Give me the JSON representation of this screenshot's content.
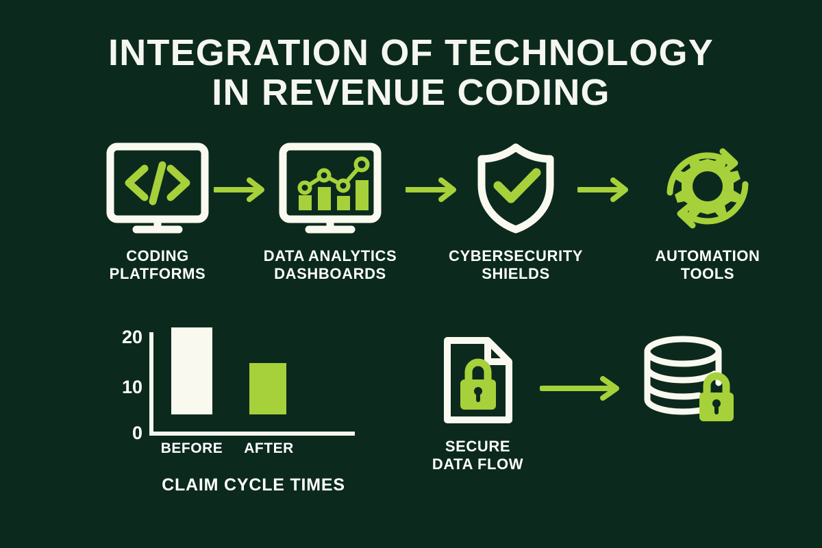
{
  "theme": {
    "background": "#0b2a1d",
    "accent_green": "#a6d13a",
    "cream": "#faf9f0",
    "white": "#ffffff"
  },
  "title": {
    "line1": "INTEGRATION OF TECHNOLOGY",
    "line2": "IN REVENUE CODING"
  },
  "pipeline": {
    "arrow_label": "→",
    "steps": [
      {
        "id": "coding-platforms",
        "icon": "monitor-code-icon",
        "label": "CODING\nPLATFORMS"
      },
      {
        "id": "data-analytics",
        "icon": "monitor-dashboard-icon",
        "label": "DATA ANALYTICS\nDASHBOARDS"
      },
      {
        "id": "cybersecurity",
        "icon": "shield-check-icon",
        "label": "CYBERSECURITY\nSHIELDS"
      },
      {
        "id": "automation-tools",
        "icon": "gear-refresh-icon",
        "label": "AUTOMATION\nTOOLS"
      }
    ]
  },
  "chart_data": {
    "type": "bar",
    "title": "CLAIM CYCLE TIMES",
    "categories": [
      "BEFORE",
      "AFTER"
    ],
    "values": [
      17,
      10
    ],
    "bar_colors": [
      "#faf9f0",
      "#a6d13a"
    ],
    "xlabel": "",
    "ylabel": "",
    "ylim": [
      0,
      20
    ],
    "yticks": [
      "20",
      "10",
      "0"
    ],
    "ytick_values": [
      20,
      10,
      0
    ],
    "grid": false,
    "legend": "none"
  },
  "data_flow": {
    "arrow_label": "→",
    "nodes": [
      {
        "id": "secure-document",
        "icon": "document-lock-icon",
        "label": "SECURE\nDATA FLOW"
      },
      {
        "id": "secure-database",
        "icon": "database-lock-icon",
        "label": ""
      }
    ]
  }
}
